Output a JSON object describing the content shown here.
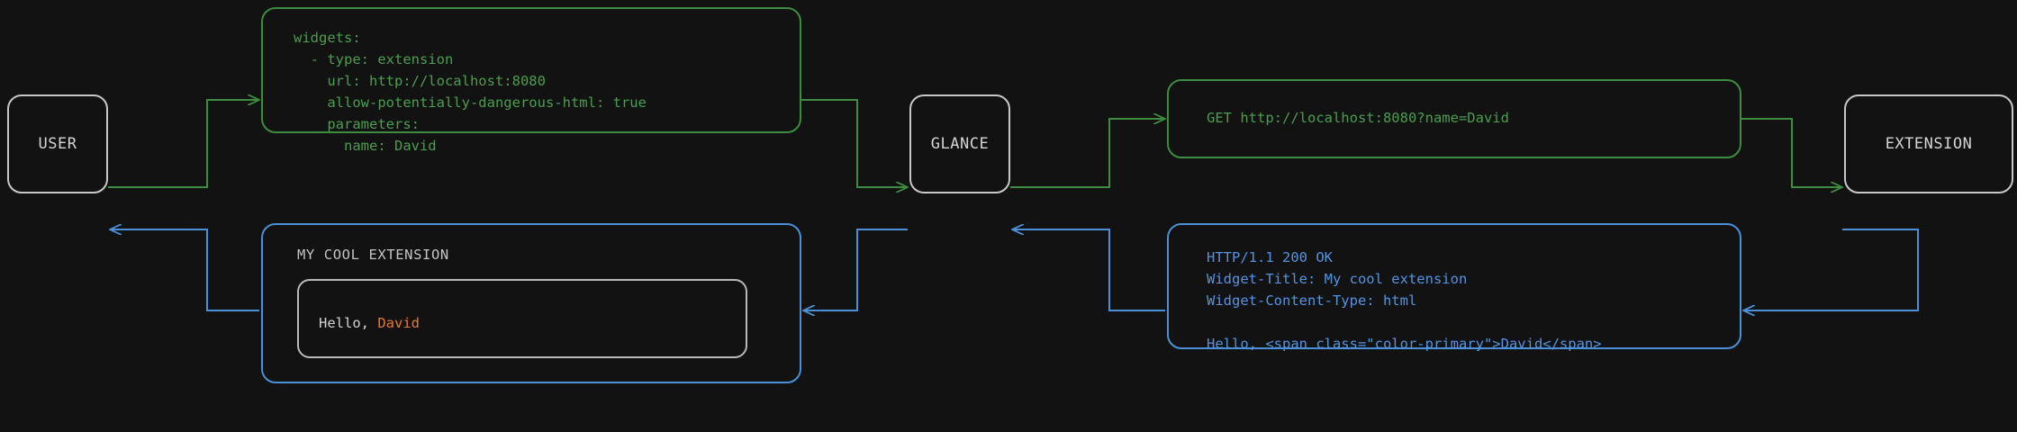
{
  "diagram": {
    "background": "#121212",
    "colors": {
      "request": "#3d8c40",
      "response": "#4a90d9",
      "node_border": "#c8c8c8",
      "node_text": "#d4d4d4",
      "accent": "#e8772e"
    }
  },
  "nodes": {
    "user": {
      "label": "USER"
    },
    "glance": {
      "label": "GLANCE"
    },
    "extension": {
      "label": "EXTENSION"
    }
  },
  "panels": {
    "config": {
      "flow": "request",
      "color": "#3d8c40",
      "text": "widgets:\n  - type: extension\n    url: http://localhost:8080\n    allow-potentially-dangerous-html: true\n    parameters:\n      name: David"
    },
    "request": {
      "flow": "request",
      "color": "#3d8c40",
      "text": "GET http://localhost:8080?name=David"
    },
    "response": {
      "flow": "response",
      "color": "#4a90d9",
      "text": "HTTP/1.1 200 OK\nWidget-Title: My cool extension\nWidget-Content-Type: html\n\nHello, <span class=\"color-primary\">David</span>"
    },
    "rendered": {
      "flow": "response",
      "color": "#4a90d9",
      "widget_title": "MY COOL EXTENSION",
      "body_prefix": "Hello, ",
      "body_accent": "David"
    }
  },
  "edges": [
    {
      "name": "user-to-config",
      "flow": "request",
      "color": "#3d8c40"
    },
    {
      "name": "config-to-glance",
      "flow": "request",
      "color": "#3d8c40"
    },
    {
      "name": "glance-to-request",
      "flow": "request",
      "color": "#3d8c40"
    },
    {
      "name": "request-to-extension",
      "flow": "request",
      "color": "#3d8c40"
    },
    {
      "name": "extension-to-response",
      "flow": "response",
      "color": "#4a90d9"
    },
    {
      "name": "response-to-glance",
      "flow": "response",
      "color": "#4a90d9"
    },
    {
      "name": "glance-to-rendered",
      "flow": "response",
      "color": "#4a90d9"
    },
    {
      "name": "rendered-to-user",
      "flow": "response",
      "color": "#4a90d9"
    }
  ]
}
